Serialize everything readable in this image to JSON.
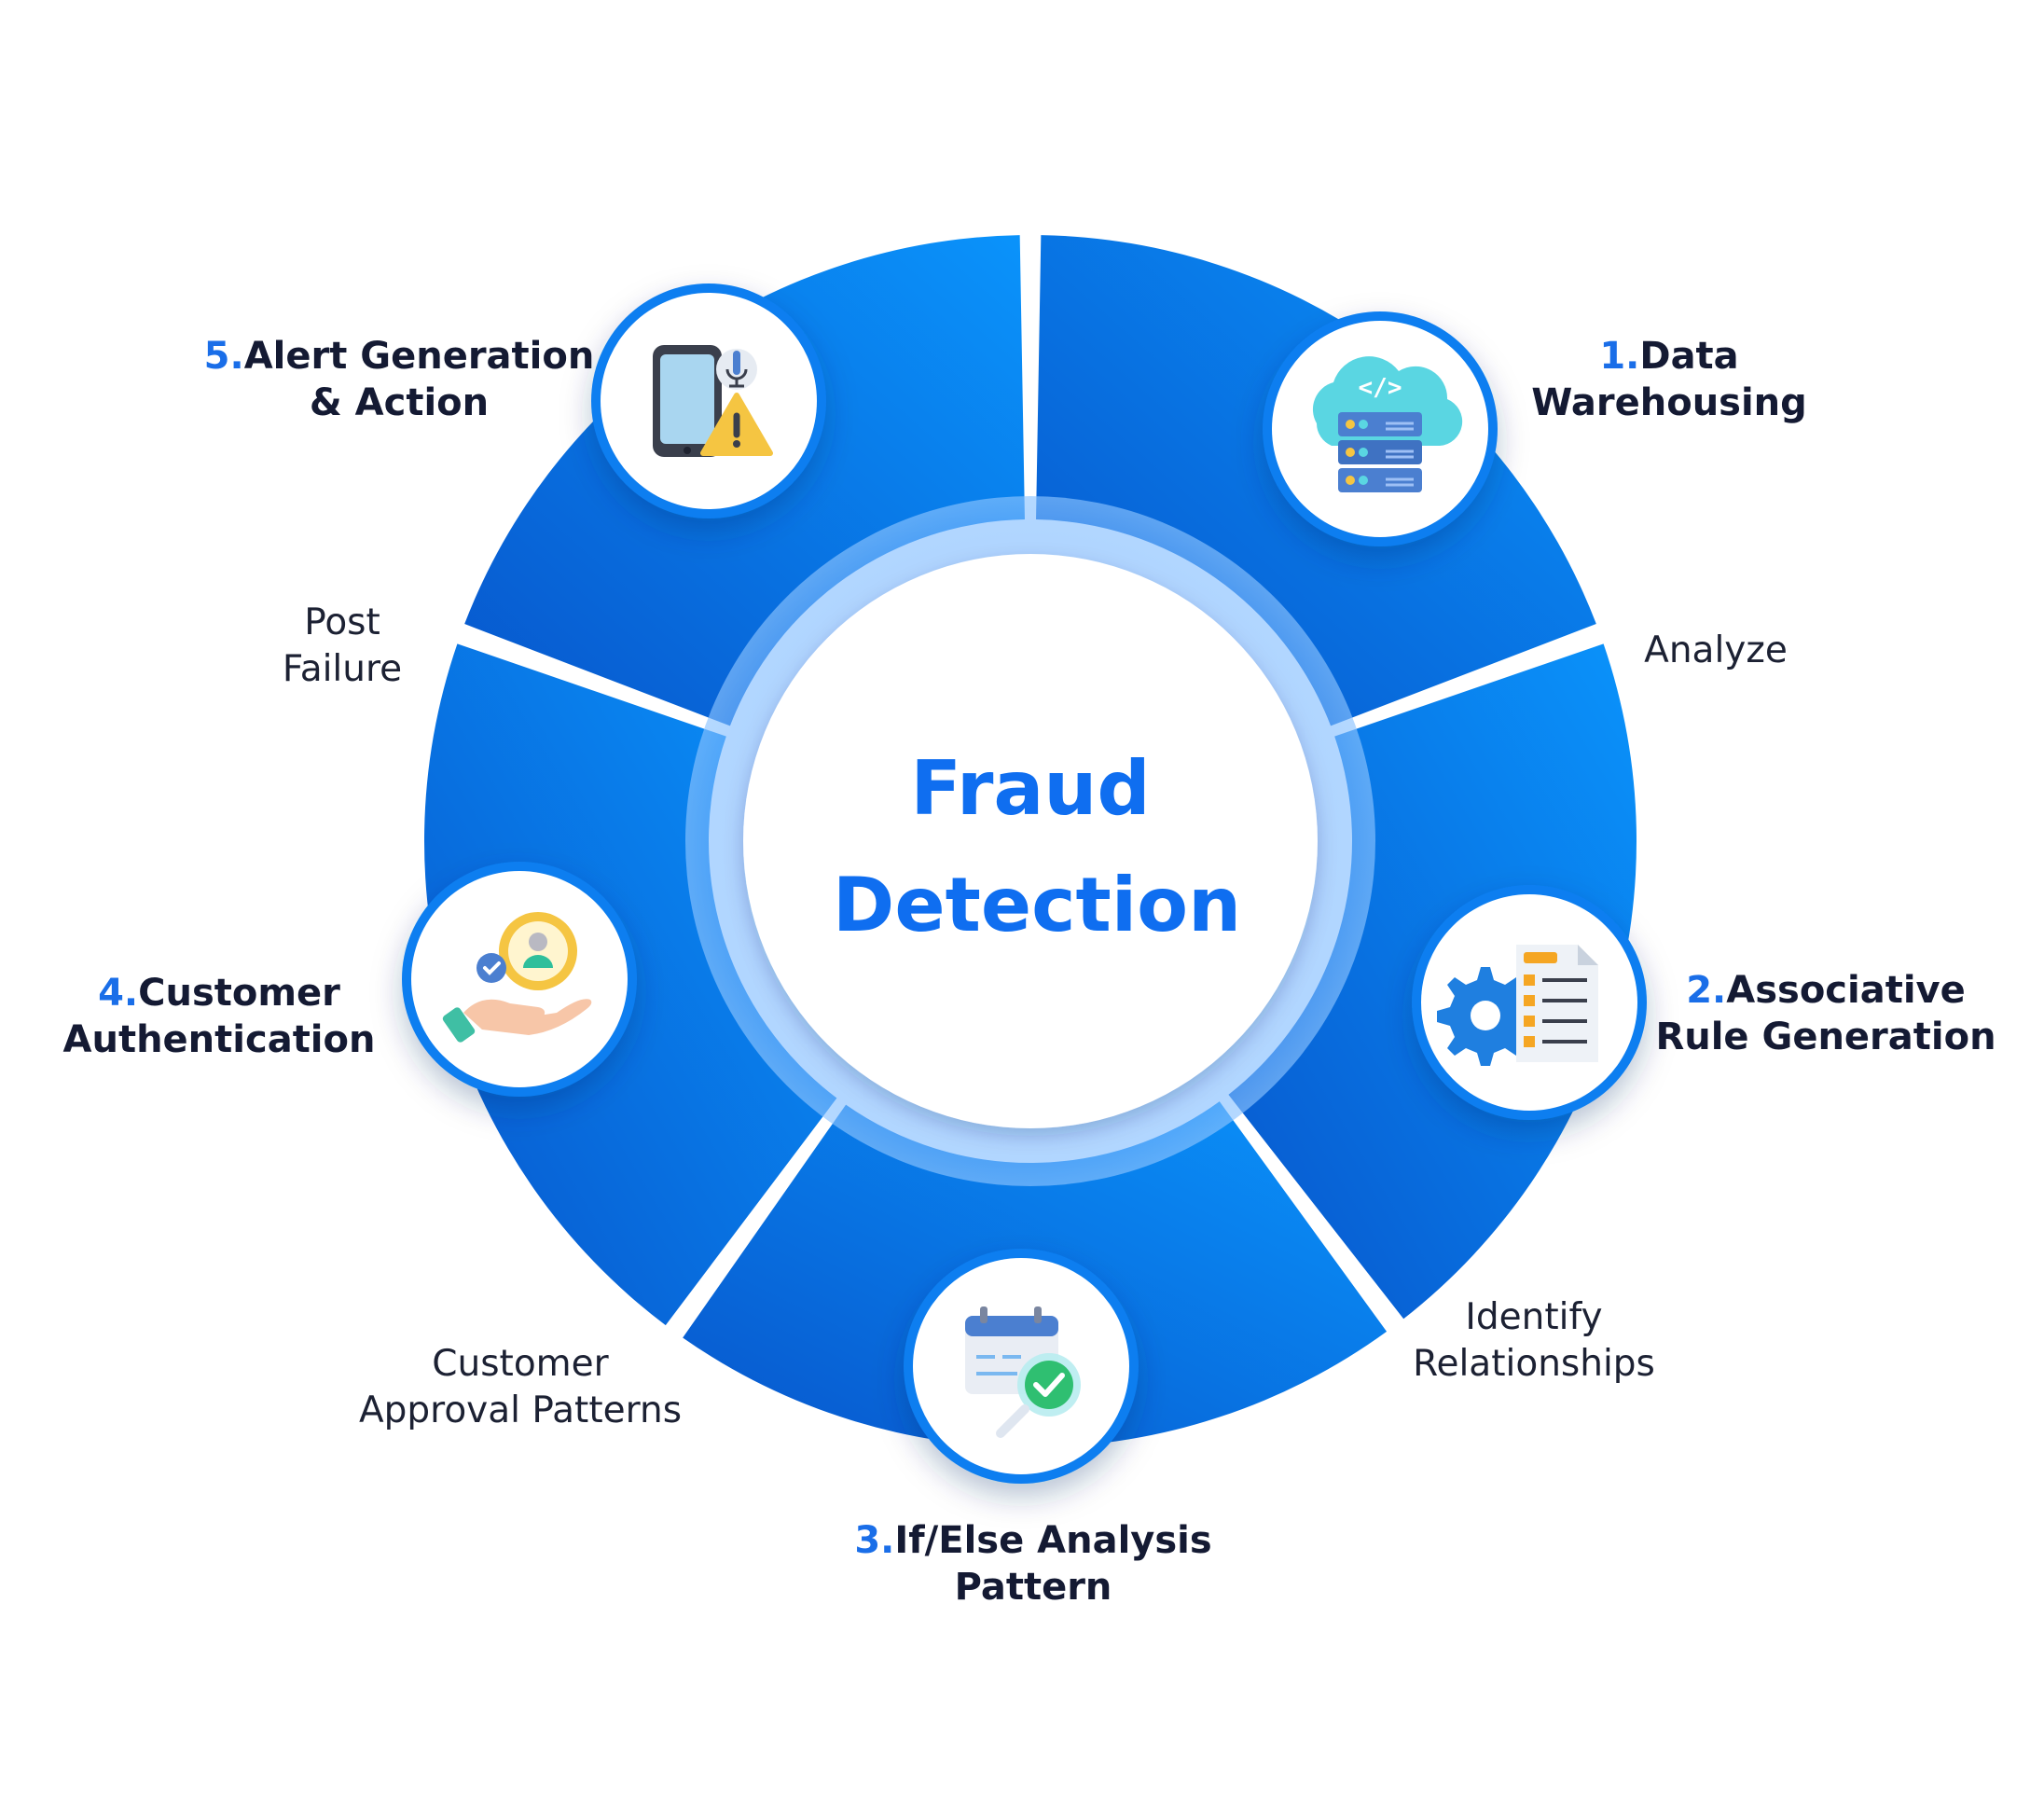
{
  "diagram": {
    "center": {
      "line1": "Fraud",
      "line2": "Detection"
    },
    "steps": [
      {
        "number": "1.",
        "title_lines": [
          "Data",
          "Warehousing"
        ],
        "icon": "cloud-server-icon"
      },
      {
        "number": "2.",
        "title_lines": [
          "Associative",
          "Rule Generation"
        ],
        "icon": "gear-document-icon"
      },
      {
        "number": "3.",
        "title_lines": [
          "If/Else Analysis",
          "Pattern"
        ],
        "icon": "calendar-check-search-icon"
      },
      {
        "number": "4.",
        "title_lines": [
          "Customer",
          "Authentication"
        ],
        "icon": "hand-verified-user-icon"
      },
      {
        "number": "5.",
        "title_lines": [
          "Alert Generation",
          "& Action"
        ],
        "icon": "mobile-warning-icon"
      }
    ],
    "connectors": [
      {
        "lines": [
          "Analyze"
        ]
      },
      {
        "lines": [
          "Identify",
          "Relationships"
        ]
      },
      {
        "lines": [
          "Customer",
          "Approval Patterns"
        ]
      },
      {
        "lines": [
          "Post",
          "Failure"
        ]
      }
    ],
    "colors": {
      "ring_dark": "#0a5fd6",
      "ring_light": "#0a8cf5",
      "accent": "#1a6ee8",
      "center_text": "#0f6ef0",
      "title_text": "#141a33"
    }
  }
}
